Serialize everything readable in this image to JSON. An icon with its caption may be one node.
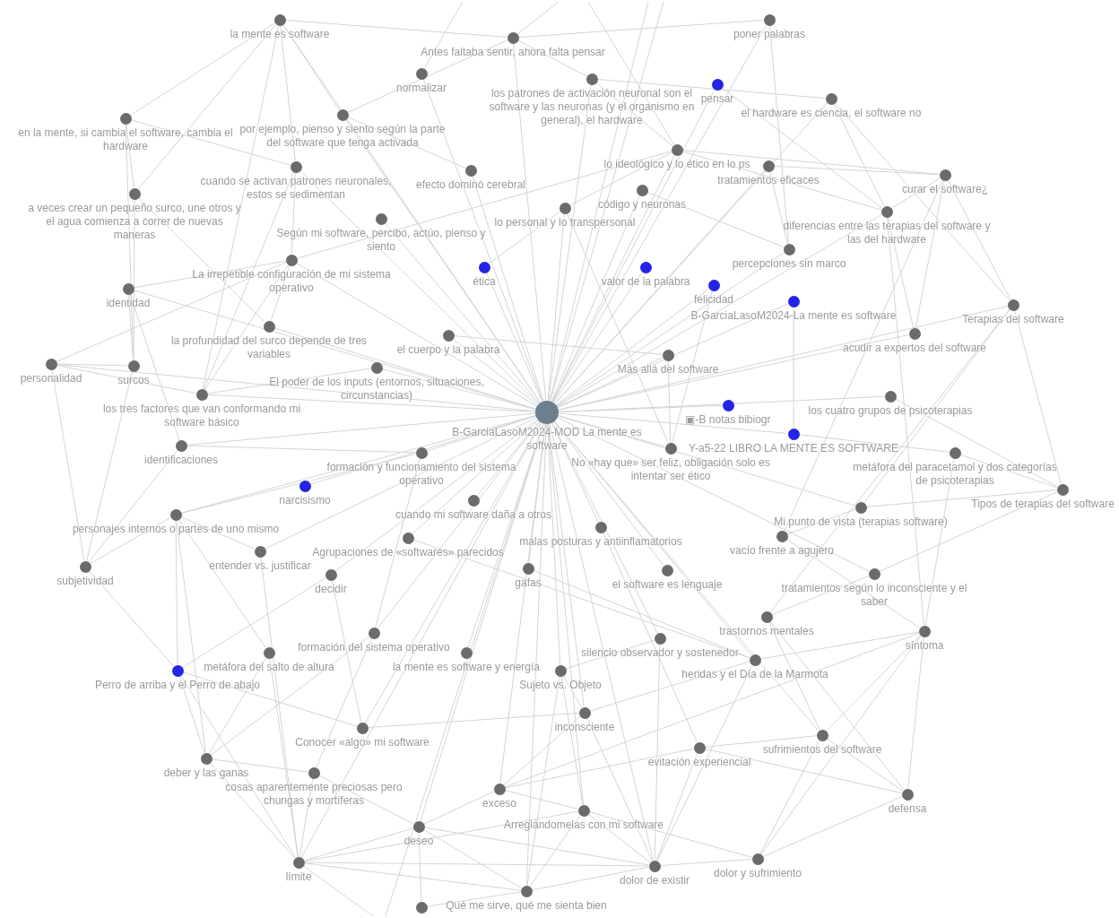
{
  "diagram": {
    "nodes": [
      {
        "text": [
          "la mente es software"
        ]
      },
      {
        "text": [
          "poner palabras"
        ]
      },
      {
        "text": [
          "Antes faltaba sentir, ahora falta pensar"
        ]
      },
      {
        "text": [
          "normalizar"
        ]
      },
      {
        "text": [
          "los patrones de activación neuronal son el software y las neuronas (y el organismo en general), el hardware"
        ]
      },
      {
        "text": [
          "pensar"
        ]
      },
      {
        "text": [
          "el hardware es ciencia, el software no"
        ]
      },
      {
        "text": [
          "en la mente, si cambia el software, cambia el hardware"
        ]
      },
      {
        "text": [
          "por ejemplo, pienso y siento según la parte del software que tenga activada"
        ]
      },
      {
        "text": [
          "lo ideológico y lo ético en lo ps"
        ]
      },
      {
        "text": [
          "tratamientos eficaces"
        ]
      },
      {
        "text": [
          "efecto dominó cerebral"
        ]
      },
      {
        "text": [
          "curar el software¿"
        ]
      },
      {
        "text": [
          "cuando se activan patrones neuronales, estos se sedimentan"
        ]
      },
      {
        "text": [
          "a veces crear un pequeño surco, une otros y el agua comienza a correr de nuevas maneras"
        ]
      },
      {
        "text": [
          "código y neuronas"
        ]
      },
      {
        "text": [
          "Según mi software, percibo, actúo, pienso y siento"
        ]
      },
      {
        "text": [
          "lo personal y lo transpersonal"
        ]
      },
      {
        "text": [
          "diferencias entre las terapias del software y las del hardware"
        ]
      },
      {
        "text": [
          "percepciones sin marco"
        ]
      },
      {
        "text": [
          "ética"
        ]
      },
      {
        "text": [
          "La irrepetible configuración de mi sistema operativo"
        ]
      },
      {
        "text": [
          "valor de la palabra"
        ]
      },
      {
        "text": [
          "felicidad"
        ]
      },
      {
        "text": [
          "identidad"
        ]
      },
      {
        "text": [
          "B-GarciaLasoM2024-La mente es software"
        ]
      },
      {
        "text": [
          "acudir a expertos del software"
        ]
      },
      {
        "text": [
          "Terapias del software"
        ]
      },
      {
        "text": [
          "la profundidad del surco depende de tres variables"
        ]
      },
      {
        "text": [
          "el cuerpo y la palabra"
        ]
      },
      {
        "text": [
          "Más allá del software"
        ]
      },
      {
        "text": [
          "El poder de los inputs (entornos, situaciones, circunstancias)"
        ]
      },
      {
        "text": [
          "los tres factores que van conformando mi software básico"
        ]
      },
      {
        "text": [
          "personalidad"
        ]
      },
      {
        "text": [
          "surcos"
        ]
      },
      {
        "text": [
          "los cuatro grupos de psicoterapias"
        ]
      },
      {
        "text": [
          "▣-B notas bibiogr"
        ]
      },
      {
        "text": [
          "B-GarciaLasoM2024-MOD La mente es software"
        ]
      },
      {
        "text": [
          "Y-a5-22 LIBRO LA MENTE ES SOFTWARE"
        ]
      },
      {
        "text": [
          "identificaciones"
        ]
      },
      {
        "text": [
          "No «hay que» ser feliz, obligación solo es intentar ser ético"
        ]
      },
      {
        "text": [
          "metáfora del paracetamol y dos categorías de psicoterapias"
        ]
      },
      {
        "text": [
          "formación y funcionamiento del sistema operativo"
        ]
      },
      {
        "text": [
          "Tipos de terapias del software"
        ]
      },
      {
        "text": [
          "narcisismo"
        ]
      },
      {
        "text": [
          "cuando mi software daña a otros"
        ]
      },
      {
        "text": [
          "Mi punto de vista (terapias software)"
        ]
      },
      {
        "text": [
          "personajes internos o partes de uno mismo"
        ]
      },
      {
        "text": [
          "malas posturas y antiinflamatorios"
        ]
      },
      {
        "text": [
          "vacío frente a agujero"
        ]
      },
      {
        "text": [
          "subjetividad"
        ]
      },
      {
        "text": [
          "entender vs. justificar"
        ]
      },
      {
        "text": [
          "Agrupaciones de «softwares» parecidos"
        ]
      },
      {
        "text": [
          "gafas"
        ]
      },
      {
        "text": [
          "el software es lenguaje"
        ]
      },
      {
        "text": [
          "tratamientos según lo inconsciente y el saber"
        ]
      },
      {
        "text": [
          "decidir"
        ]
      },
      {
        "text": [
          "trastornos mentales"
        ]
      },
      {
        "text": [
          "síntoma"
        ]
      },
      {
        "text": [
          "formación del sistema operativo"
        ]
      },
      {
        "text": [
          "silencio observador y sostenedor"
        ]
      },
      {
        "text": [
          "metáfora del salto de altura"
        ]
      },
      {
        "text": [
          "heridas y el Día de la Marmota"
        ]
      },
      {
        "text": [
          "la mente es software y energía"
        ]
      },
      {
        "text": [
          "Sujeto vs. Objeto"
        ]
      },
      {
        "text": [
          "Perro de arriba y el Perro de abajo"
        ]
      },
      {
        "text": [
          "inconsciente"
        ]
      },
      {
        "text": [
          "Conocer «algo» mi software"
        ]
      },
      {
        "text": [
          "sufrimientos del software"
        ]
      },
      {
        "text": [
          "evitación experiencial"
        ]
      },
      {
        "text": [
          "deber y las ganas"
        ]
      },
      {
        "text": [
          "cosas aparentemente preciosas pero chungas y mortíferas"
        ]
      },
      {
        "text": [
          "exceso"
        ]
      },
      {
        "text": [
          "defensa"
        ]
      },
      {
        "text": [
          "Arreglándomelas con mi software"
        ]
      },
      {
        "text": [
          "deseo"
        ]
      },
      {
        "text": [
          "dolor y sufrimiento"
        ]
      },
      {
        "text": [
          "límite"
        ]
      },
      {
        "text": [
          "dolor de existir"
        ]
      },
      {
        "text": [
          "Qué me sirve, qué me sienta bien"
        ]
      },
      {
        "text": [],
        "shape": "circle"
      }
    ],
    "edges": [
      {
        "from": 37,
        "to": 0,
        "arrow": "none"
      },
      {
        "from": 37,
        "to": 1,
        "arrow": "none"
      },
      {
        "from": 37,
        "to": 2,
        "arrow": "none"
      },
      {
        "from": 37,
        "to": 3,
        "arrow": "none"
      },
      {
        "from": 37,
        "to": 4,
        "arrow": "none"
      },
      {
        "from": 37,
        "to": 5,
        "arrow": "none"
      },
      {
        "from": 37,
        "to": 6,
        "arrow": "none"
      },
      {
        "from": 37,
        "to": 8,
        "arrow": "none"
      },
      {
        "from": 37,
        "to": 9,
        "arrow": "none"
      },
      {
        "from": 37,
        "to": 10,
        "arrow": "none"
      },
      {
        "from": 37,
        "to": 11,
        "arrow": "none"
      },
      {
        "from": 37,
        "to": 13,
        "arrow": "none"
      },
      {
        "from": 37,
        "to": 15,
        "arrow": "none"
      },
      {
        "from": 37,
        "to": 16,
        "arrow": "none"
      },
      {
        "from": 37,
        "to": 17,
        "arrow": "none"
      },
      {
        "from": 37,
        "to": 18,
        "arrow": "none"
      },
      {
        "from": 37,
        "to": 19,
        "arrow": "none"
      },
      {
        "from": 37,
        "to": 20,
        "arrow": "none"
      },
      {
        "from": 37,
        "to": 21,
        "arrow": "none"
      },
      {
        "from": 37,
        "to": 22,
        "arrow": "none"
      },
      {
        "from": 37,
        "to": 23,
        "arrow": "none"
      },
      {
        "from": 37,
        "to": 24,
        "arrow": "none"
      },
      {
        "from": 37,
        "to": 25,
        "arrow": "none"
      },
      {
        "from": 37,
        "to": 26,
        "arrow": "none"
      },
      {
        "from": 37,
        "to": 27,
        "arrow": "none"
      },
      {
        "from": 37,
        "to": 28,
        "arrow": "none"
      },
      {
        "from": 37,
        "to": 29,
        "arrow": "none"
      },
      {
        "from": 37,
        "to": 30,
        "arrow": "none"
      },
      {
        "from": 37,
        "to": 31,
        "arrow": "none"
      },
      {
        "from": 37,
        "to": 32,
        "arrow": "none"
      },
      {
        "from": 37,
        "to": 33,
        "arrow": "none"
      },
      {
        "from": 37,
        "to": 35,
        "arrow": "none"
      },
      {
        "from": 37,
        "to": 36,
        "arrow": "none"
      },
      {
        "from": 37,
        "to": 38,
        "arrow": "none"
      },
      {
        "from": 37,
        "to": 39,
        "arrow": "none"
      },
      {
        "from": 37,
        "to": 40,
        "arrow": "none"
      },
      {
        "from": 37,
        "to": 42,
        "arrow": "none"
      },
      {
        "from": 37,
        "to": 44,
        "arrow": "none"
      },
      {
        "from": 37,
        "to": 45,
        "arrow": "none"
      },
      {
        "from": 37,
        "to": 46,
        "arrow": "none"
      },
      {
        "from": 37,
        "to": 47,
        "arrow": "none"
      },
      {
        "from": 37,
        "to": 48,
        "arrow": "none"
      },
      {
        "from": 37,
        "to": 51,
        "arrow": "none"
      },
      {
        "from": 37,
        "to": 52,
        "arrow": "none"
      },
      {
        "from": 37,
        "to": 53,
        "arrow": "none"
      },
      {
        "from": 37,
        "to": 54,
        "arrow": "none"
      },
      {
        "from": 37,
        "to": 55,
        "arrow": "none"
      },
      {
        "from": 37,
        "to": 56,
        "arrow": "none"
      },
      {
        "from": 37,
        "to": 59,
        "arrow": "none"
      },
      {
        "from": 37,
        "to": 60,
        "arrow": "none"
      },
      {
        "from": 37,
        "to": 62,
        "arrow": "none"
      },
      {
        "from": 37,
        "to": 63,
        "arrow": "none"
      },
      {
        "from": 37,
        "to": 64,
        "arrow": "none"
      },
      {
        "from": 37,
        "to": 66,
        "arrow": "none"
      },
      {
        "from": 37,
        "to": 67,
        "arrow": "none"
      },
      {
        "from": 37,
        "to": 68,
        "arrow": "none"
      },
      {
        "from": 37,
        "to": 72,
        "arrow": "none"
      },
      {
        "from": 37,
        "to": 74,
        "arrow": "none"
      },
      {
        "from": 37,
        "to": 75,
        "arrow": "none"
      },
      {
        "from": 37,
        "to": 77,
        "arrow": "none"
      },
      {
        "from": 37,
        "to": 78,
        "arrow": "none"
      },
      {
        "from": 37,
        "to": 79,
        "arrow": "none"
      },
      {
        "from": 0,
        "to": 7,
        "arrow": "none"
      },
      {
        "from": 0,
        "to": 8,
        "arrow": "none"
      },
      {
        "from": 0,
        "to": 14,
        "arrow": "none"
      },
      {
        "from": 0,
        "to": 13,
        "arrow": "none"
      },
      {
        "from": 0,
        "to": 32,
        "arrow": "none"
      },
      {
        "from": 0,
        "to": 2,
        "arrow": "none"
      },
      {
        "from": 7,
        "to": 14,
        "arrow": "none"
      },
      {
        "from": 7,
        "to": 34,
        "arrow": "none"
      },
      {
        "from": 7,
        "to": 13,
        "arrow": "none"
      },
      {
        "from": 8,
        "to": 2,
        "arrow": "none"
      },
      {
        "from": 8,
        "to": 11,
        "arrow": "none"
      },
      {
        "from": 13,
        "to": 21,
        "arrow": "none"
      },
      {
        "from": 13,
        "to": 32,
        "arrow": "none"
      },
      {
        "from": 14,
        "to": 28,
        "arrow": "none"
      },
      {
        "from": 14,
        "to": 34,
        "arrow": "none"
      },
      {
        "from": 21,
        "to": 24,
        "arrow": "none"
      },
      {
        "from": 21,
        "to": 33,
        "arrow": "none"
      },
      {
        "from": 21,
        "to": 28,
        "arrow": "none"
      },
      {
        "from": 21,
        "to": 32,
        "arrow": "none"
      },
      {
        "from": 21,
        "to": 9,
        "arrow": "none"
      },
      {
        "from": 24,
        "to": 34,
        "arrow": "none"
      },
      {
        "from": 24,
        "to": 39,
        "arrow": "none"
      },
      {
        "from": 33,
        "to": 34,
        "arrow": "none"
      },
      {
        "from": 33,
        "to": 32,
        "arrow": "none"
      },
      {
        "from": 33,
        "to": 50,
        "arrow": "none"
      },
      {
        "from": 34,
        "to": 50,
        "arrow": "none"
      },
      {
        "from": 32,
        "to": 31,
        "arrow": "none"
      },
      {
        "from": 29,
        "to": 30,
        "arrow": "none"
      },
      {
        "from": 1,
        "to": 2,
        "arrow": "none"
      },
      {
        "from": 1,
        "to": 19,
        "arrow": "none"
      },
      {
        "from": 2,
        "to": 4,
        "arrow": "none"
      },
      {
        "from": 4,
        "to": 9,
        "arrow": "none"
      },
      {
        "from": 4,
        "to": 6,
        "arrow": "none"
      },
      {
        "from": 5,
        "to": 18,
        "arrow": "none"
      },
      {
        "from": 9,
        "to": 12,
        "arrow": "none"
      },
      {
        "from": 9,
        "to": 17,
        "arrow": "none"
      },
      {
        "from": 9,
        "to": 18,
        "arrow": "none"
      },
      {
        "from": 10,
        "to": 12,
        "arrow": "none"
      },
      {
        "from": 10,
        "to": 19,
        "arrow": "none"
      },
      {
        "from": 6,
        "to": 18,
        "arrow": "none"
      },
      {
        "from": 6,
        "to": 27,
        "arrow": "none"
      },
      {
        "from": 12,
        "to": 18,
        "arrow": "none"
      },
      {
        "from": 12,
        "to": 26,
        "arrow": "none"
      },
      {
        "from": 12,
        "to": 27,
        "arrow": "none"
      },
      {
        "from": 12,
        "to": 49,
        "arrow": "none"
      },
      {
        "from": 15,
        "to": 19,
        "arrow": "none"
      },
      {
        "from": 17,
        "to": 20,
        "arrow": "none"
      },
      {
        "from": 17,
        "to": 40,
        "arrow": "none"
      },
      {
        "from": 23,
        "to": 40,
        "arrow": "none"
      },
      {
        "from": 30,
        "to": 40,
        "arrow": "none"
      },
      {
        "from": 18,
        "to": 26,
        "arrow": "none"
      },
      {
        "from": 18,
        "to": 58,
        "arrow": "none"
      },
      {
        "from": 25,
        "to": 38,
        "arrow": "none"
      },
      {
        "from": 27,
        "to": 46,
        "arrow": "none"
      },
      {
        "from": 27,
        "to": 57,
        "arrow": "none"
      },
      {
        "from": 27,
        "to": 43,
        "arrow": "none"
      },
      {
        "from": 35,
        "to": 43,
        "arrow": "none"
      },
      {
        "from": 38,
        "to": 41,
        "arrow": "none"
      },
      {
        "from": 41,
        "to": 43,
        "arrow": "none"
      },
      {
        "from": 41,
        "to": 58,
        "arrow": "none"
      },
      {
        "from": 46,
        "to": 43,
        "arrow": "none"
      },
      {
        "from": 46,
        "to": 49,
        "arrow": "none"
      },
      {
        "from": 55,
        "to": 43,
        "arrow": "none"
      },
      {
        "from": 55,
        "to": 57,
        "arrow": "none"
      },
      {
        "from": 49,
        "to": 58,
        "arrow": "none"
      },
      {
        "from": 57,
        "to": 68,
        "arrow": "none"
      },
      {
        "from": 58,
        "to": 62,
        "arrow": "none"
      },
      {
        "from": 58,
        "to": 72,
        "arrow": "none"
      },
      {
        "from": 58,
        "to": 73,
        "arrow": "none"
      },
      {
        "from": 58,
        "to": 76,
        "arrow": "none"
      },
      {
        "from": 58,
        "to": 68,
        "arrow": "none"
      },
      {
        "from": 73,
        "to": 69,
        "arrow": "none"
      },
      {
        "from": 73,
        "to": 76,
        "arrow": "none"
      },
      {
        "from": 73,
        "to": 68,
        "arrow": "none"
      },
      {
        "from": 73,
        "to": 57,
        "arrow": "none"
      },
      {
        "from": 68,
        "to": 69,
        "arrow": "none"
      },
      {
        "from": 68,
        "to": 76,
        "arrow": "none"
      },
      {
        "from": 76,
        "to": 78,
        "arrow": "none"
      },
      {
        "from": 76,
        "to": 74,
        "arrow": "none"
      },
      {
        "from": 78,
        "to": 74,
        "arrow": "none"
      },
      {
        "from": 78,
        "to": 79,
        "arrow": "none"
      },
      {
        "from": 78,
        "to": 77,
        "arrow": "none"
      },
      {
        "from": 78,
        "to": 60,
        "arrow": "none"
      },
      {
        "from": 78,
        "to": 69,
        "arrow": "none"
      },
      {
        "from": 78,
        "to": 62,
        "arrow": "none"
      },
      {
        "from": 78,
        "to": 66,
        "arrow": "none"
      },
      {
        "from": 78,
        "to": 75,
        "arrow": "none"
      },
      {
        "from": 74,
        "to": 72,
        "arrow": "none"
      },
      {
        "from": 74,
        "to": 79,
        "arrow": "none"
      },
      {
        "from": 74,
        "to": 64,
        "arrow": "none"
      },
      {
        "from": 72,
        "to": 66,
        "arrow": "none"
      },
      {
        "from": 72,
        "to": 75,
        "arrow": "none"
      },
      {
        "from": 72,
        "to": 69,
        "arrow": "none"
      },
      {
        "from": 66,
        "to": 64,
        "arrow": "none"
      },
      {
        "from": 66,
        "to": 62,
        "arrow": "none"
      },
      {
        "from": 66,
        "to": 67,
        "arrow": "none"
      },
      {
        "from": 64,
        "to": 79,
        "arrow": "none"
      },
      {
        "from": 64,
        "to": 60,
        "arrow": "none"
      },
      {
        "from": 52,
        "to": 62,
        "arrow": "none"
      },
      {
        "from": 53,
        "to": 62,
        "arrow": "none"
      },
      {
        "from": 48,
        "to": 69,
        "arrow": "none"
      },
      {
        "from": 56,
        "to": 65,
        "arrow": "none"
      },
      {
        "from": 56,
        "to": 67,
        "arrow": "none"
      },
      {
        "from": 51,
        "to": 47,
        "arrow": "none"
      },
      {
        "from": 51,
        "to": 77,
        "arrow": "none"
      },
      {
        "from": 47,
        "to": 50,
        "arrow": "none"
      },
      {
        "from": 47,
        "to": 65,
        "arrow": "none"
      },
      {
        "from": 47,
        "to": 70,
        "arrow": "none"
      },
      {
        "from": 47,
        "to": 61,
        "arrow": "none"
      },
      {
        "from": 47,
        "to": 42,
        "arrow": "none"
      },
      {
        "from": 50,
        "to": 65,
        "arrow": "none"
      },
      {
        "from": 50,
        "to": 39,
        "arrow": "none"
      },
      {
        "from": 65,
        "to": 70,
        "arrow": "none"
      },
      {
        "from": 65,
        "to": 77,
        "arrow": "none"
      },
      {
        "from": 65,
        "to": 67,
        "arrow": "none"
      },
      {
        "from": 70,
        "to": 61,
        "arrow": "none"
      },
      {
        "from": 70,
        "to": 71,
        "arrow": "none"
      },
      {
        "from": 70,
        "to": 77,
        "arrow": "none"
      },
      {
        "from": 70,
        "to": 59,
        "arrow": "none"
      },
      {
        "from": 61,
        "to": 77,
        "arrow": "none"
      },
      {
        "from": 71,
        "to": 59,
        "arrow": "none"
      },
      {
        "from": 71,
        "to": 75,
        "arrow": "none"
      },
      {
        "from": 77,
        "to": 71,
        "arrow": "none"
      },
      {
        "from": 77,
        "to": 75,
        "arrow": "none"
      },
      {
        "from": 77,
        "to": 74,
        "arrow": "none"
      },
      {
        "from": 77,
        "to": 79,
        "arrow": "none"
      },
      {
        "from": 75,
        "to": 79,
        "arrow": "none"
      },
      {
        "from": 75,
        "to": 80,
        "arrow": "none"
      },
      {
        "from": 79,
        "to": 80,
        "arrow": "none"
      },
      {
        "from": 42,
        "to": 39,
        "arrow": "none"
      },
      {
        "from": 42,
        "to": 59,
        "arrow": "none"
      },
      {
        "from": 3,
        "to": null,
        "arrow": "none"
      },
      {
        "from": 2,
        "to": null,
        "arrow": "none"
      },
      {
        "from": 9,
        "to": null,
        "arrow": "none"
      },
      {
        "from": 37,
        "to": null,
        "arrow": "none"
      },
      {
        "from": 37,
        "to": null,
        "arrow": "none"
      },
      {
        "from": 37,
        "to": null,
        "arrow": "none"
      },
      {
        "from": 77,
        "to": null,
        "arrow": "none"
      }
    ]
  }
}
